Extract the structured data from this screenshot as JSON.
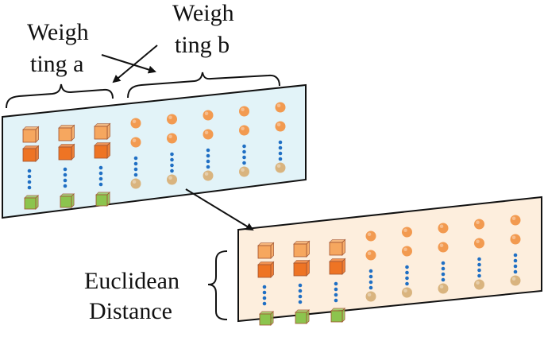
{
  "labels": {
    "weighting_a": [
      "Weigh",
      "ting a"
    ],
    "weighting_b": [
      "Weigh",
      "ting b"
    ],
    "euclidean_distance": [
      "Euclidean",
      "Distance"
    ]
  },
  "panels": {
    "top": {
      "fill": "#e2f3f8",
      "stroke": "#111111"
    },
    "bottom": {
      "fill": "#fdeedd",
      "stroke": "#111111"
    }
  },
  "column_groups": {
    "cube_columns": 3,
    "sphere_columns": 5
  },
  "colors": {
    "cube_light": "#f6a75f",
    "cube_dark": "#ee7424",
    "cube_green": "#8cc44e",
    "sphere_orange": "#f29a50",
    "sphere_tan": "#d9b47f",
    "dots_blue": "#1f6fc4",
    "arrows": "#111111"
  }
}
